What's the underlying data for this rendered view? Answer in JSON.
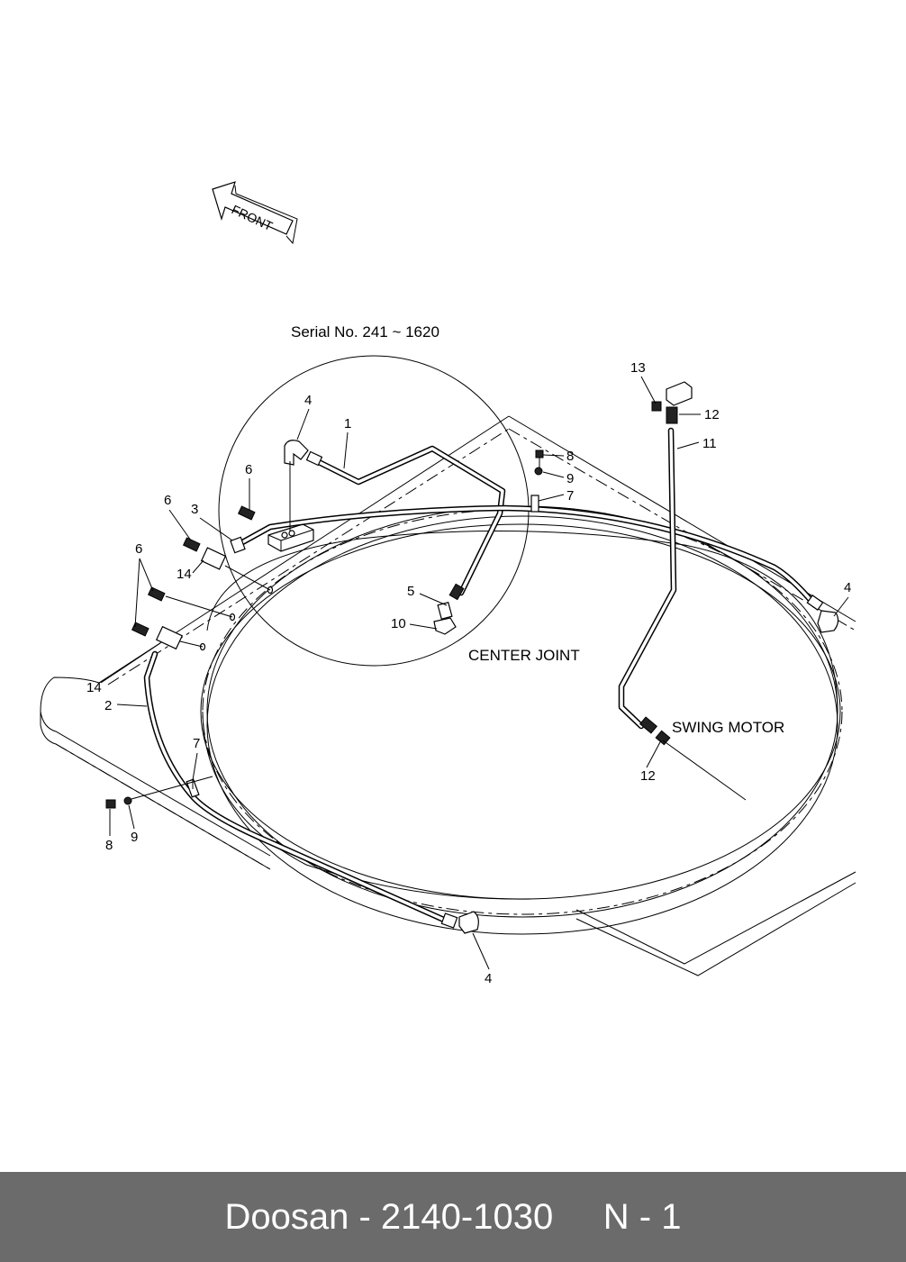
{
  "diagram": {
    "front_label": "FRONT",
    "serial_note": "Serial No. 241 ~ 1620",
    "center_joint_label": "CENTER JOINT",
    "swing_motor_label": "SWING MOTOR",
    "callouts": [
      {
        "id": "c-4-top",
        "text": "4"
      },
      {
        "id": "c-1",
        "text": "1"
      },
      {
        "id": "c-6-a",
        "text": "6"
      },
      {
        "id": "c-6-b",
        "text": "6"
      },
      {
        "id": "c-3",
        "text": "3"
      },
      {
        "id": "c-6-c",
        "text": "6"
      },
      {
        "id": "c-14-a",
        "text": "14"
      },
      {
        "id": "c-5",
        "text": "5"
      },
      {
        "id": "c-10",
        "text": "10"
      },
      {
        "id": "c-14-b",
        "text": "14"
      },
      {
        "id": "c-2",
        "text": "2"
      },
      {
        "id": "c-7-left",
        "text": "7"
      },
      {
        "id": "c-8-left",
        "text": "8"
      },
      {
        "id": "c-9-left",
        "text": "9"
      },
      {
        "id": "c-4-bottom",
        "text": "4"
      },
      {
        "id": "c-13",
        "text": "13"
      },
      {
        "id": "c-12-top",
        "text": "12"
      },
      {
        "id": "c-11",
        "text": "11"
      },
      {
        "id": "c-8-right",
        "text": "8"
      },
      {
        "id": "c-9-right",
        "text": "9"
      },
      {
        "id": "c-7-right",
        "text": "7"
      },
      {
        "id": "c-4-right",
        "text": "4"
      },
      {
        "id": "c-12-bottom",
        "text": "12"
      }
    ]
  },
  "footer": {
    "text": "Doosan - 2140-1030     N - 1"
  }
}
